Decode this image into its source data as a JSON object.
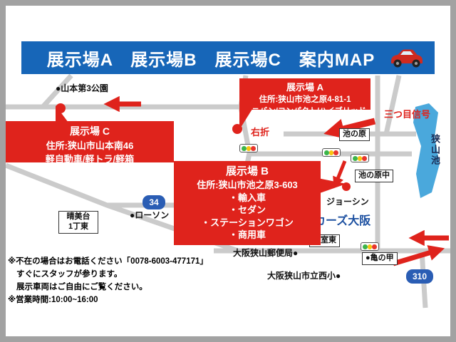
{
  "header": {
    "title": "展示場A　展示場B　展示場C　案内MAP"
  },
  "callouts": {
    "a": {
      "title": "展示場 A",
      "address": "住所:狭山市池之原4-81-1",
      "vehicles": "ミニバン/コンパクト/ハイブリッド"
    },
    "b": {
      "title": "展示場 B",
      "address": "住所:狭山市池之原3-603",
      "items": [
        "・輸入車",
        "・セダン",
        "・ステーションワゴン",
        "・商用車"
      ]
    },
    "c": {
      "title": "展示場 C",
      "address": "住所:狭山市山本南46",
      "vehicles": "軽自動車/軽トラ/軽箱"
    }
  },
  "map": {
    "park": "●山本第3公園",
    "migi_ori": "右折",
    "mitsume_shingo": "三つ目信号",
    "ike_no_hara": "池の原",
    "sayama_ike": "狭山池",
    "ike_no_hara_naka": "池の原中",
    "joshin": "ジョーシン",
    "cars_osaka": "カーズ大阪",
    "harumidai_line1": "晴美台",
    "harumidai_line2": "1丁東",
    "lawson": "●ローソン",
    "route_34": "34",
    "iwamuro_higashi": "岩室東",
    "post_office": "大阪狭山郵便局●",
    "kame_no_ko": "●亀の甲",
    "nishi_elementary": "大阪狭山市立西小●",
    "route_310": "310"
  },
  "notes": {
    "line1": "※不在の場合はお電話ください「0078-6003-477171」",
    "line2": "すぐにスタッフが参ります。",
    "line3": "展示車両はご自由にご覧ください。",
    "line4": "※営業時間:10:00~16:00"
  },
  "colors": {
    "header_blue": "#1766b8",
    "callout_red": "#df231c",
    "lake_blue": "#4aa8dc",
    "road_gray": "#cbcbcb",
    "cars_osaka_blue": "#1b4fa0",
    "signal_green": "#3cb54a",
    "signal_yellow": "#f8c511",
    "signal_red": "#e8362d"
  }
}
